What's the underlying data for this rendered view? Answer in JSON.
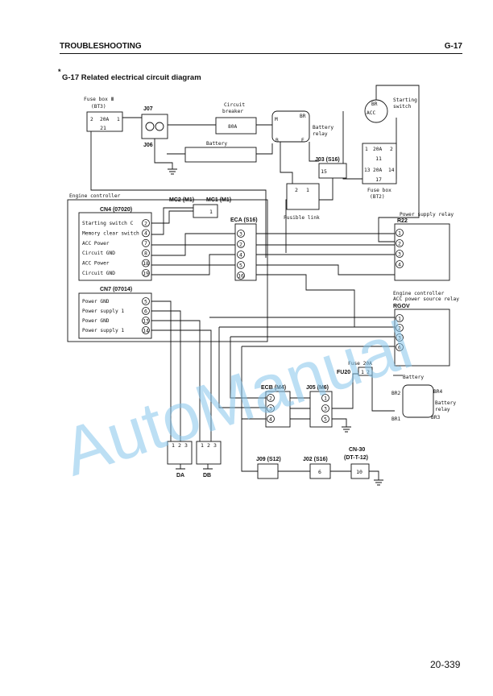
{
  "header": {
    "section": "TROUBLESHOOTING",
    "page_code": "G-17"
  },
  "title": {
    "marker": "*",
    "text": "G-17 Related electrical circuit diagram"
  },
  "page_number": "20-339",
  "watermark": "AutoManual",
  "components": {
    "fuse_box_3": {
      "name": "Fuse box Ⅲ",
      "id": "(BT3)",
      "rating": "20A",
      "pin_left": "2",
      "pin_right": "1",
      "pin_bottom": "21"
    },
    "j07": "J07",
    "j06": "J06",
    "circuit_breaker": {
      "name_line1": "Circuit",
      "name_line2": "breaker",
      "rating": "80A"
    },
    "battery": "Battery",
    "battery_relay_top": {
      "line1": "Battery",
      "line2": "relay",
      "t_m": "M",
      "t_br": "BR",
      "t_b": "B",
      "t_e": "E"
    },
    "starting_switch": {
      "line1": "Starting",
      "line2": "switch",
      "t_br": "BR",
      "t_acc": "ACC"
    },
    "fuse_box_2": {
      "name": "Fuse box",
      "id": "(BT2)",
      "rating": "20A",
      "row1_left": "1",
      "row1_right": "2",
      "row1_code": "11",
      "row2_left": "13",
      "row2_right": "14",
      "row2_code": "17"
    },
    "j03": {
      "name": "J03 (S16)",
      "pin": "15"
    },
    "fusible_link": {
      "label": "Fusible link",
      "pins": [
        "2",
        "1"
      ]
    },
    "engine_controller": "Engine controller",
    "cn4": {
      "label": "CN4 (07020)",
      "rows": [
        {
          "name": "Starting switch C",
          "pin": "2"
        },
        {
          "name": "Memory clear switch",
          "pin": "4"
        },
        {
          "name": "ACC Power",
          "pin": "7"
        },
        {
          "name": "Circuit GND",
          "pin": "8"
        },
        {
          "name": "ACC Power",
          "pin": "18"
        },
        {
          "name": "Circuit GND",
          "pin": "19"
        }
      ]
    },
    "cn7": {
      "label": "CN7 (07014)",
      "rows": [
        {
          "name": "Power GND",
          "pin": "5"
        },
        {
          "name": "Power supply 1",
          "pin": "6"
        },
        {
          "name": "Power GND",
          "pin": "13"
        },
        {
          "name": "Power supply 1",
          "pin": "14"
        }
      ]
    },
    "mc2": "MC2 (M1)",
    "mc1": "MC1 (M1)",
    "mc_pin": "1",
    "eca": {
      "label": "ECA (S16)",
      "pins": [
        "3",
        "2",
        "4",
        "5",
        "16"
      ]
    },
    "r22": {
      "title": "Power supply relay",
      "label": "R22",
      "pins": [
        "1",
        "2",
        "3",
        "4"
      ]
    },
    "rgov": {
      "title_line1": "Engine controller",
      "title_line2": "ACC power source relay",
      "label": "RGOV",
      "pins": [
        "1",
        "2",
        "3",
        "6"
      ]
    },
    "fuse_20a": {
      "label": "Fuse 20A",
      "name": "FU20",
      "pins": [
        "1",
        "2"
      ]
    },
    "battery_arrow": "Battery",
    "battery_relay_bottom": {
      "line1": "Battery",
      "line2": "relay",
      "t_br2": "BR2",
      "t_br4": "BR4",
      "t_br1": "BR1",
      "t_br3": "BR3"
    },
    "ecb": {
      "label": "ECB (M4)",
      "pins": [
        "2",
        "3",
        "4"
      ]
    },
    "j05": {
      "label": "J05 (M6)",
      "pins": [
        "1",
        "3",
        "5"
      ]
    },
    "da": {
      "label": "DA",
      "pins": [
        "1",
        "2",
        "3"
      ]
    },
    "db": {
      "label": "DB",
      "pins": [
        "1",
        "2",
        "3"
      ]
    },
    "j09": "J09 (S12)",
    "j02": {
      "label": "J02 (S16)",
      "pin": "6"
    },
    "cn30": {
      "line1": "CN-30",
      "line2": "(DT-T-12)",
      "pin": "10"
    }
  }
}
